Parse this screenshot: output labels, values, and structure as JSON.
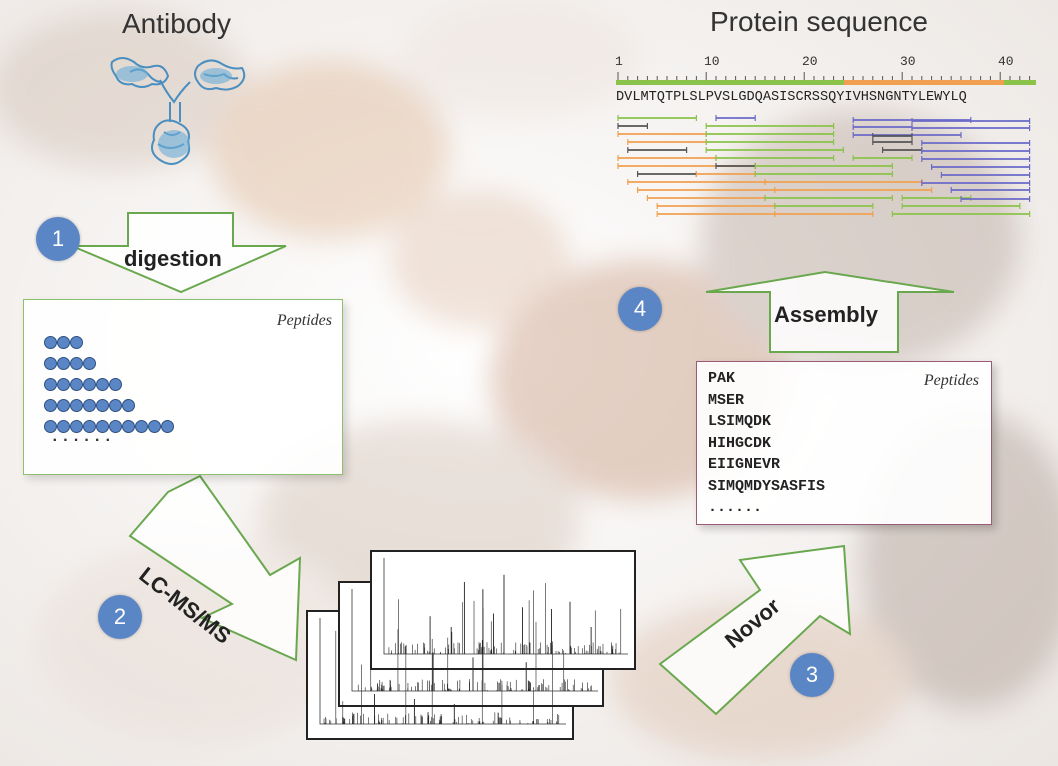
{
  "titles": {
    "antibody": "Antibody",
    "protein_sequence": "Protein sequence"
  },
  "steps": [
    {
      "number": "1",
      "label": "digestion"
    },
    {
      "number": "2",
      "label": "LC-MS/MS"
    },
    {
      "number": "3",
      "label": "Novor"
    },
    {
      "number": "4",
      "label": "Assembly"
    }
  ],
  "peptides_left": {
    "label": "Peptides",
    "rows": [
      3,
      4,
      6,
      7,
      10
    ],
    "ellipsis": "......"
  },
  "peptides_right": {
    "label": "Peptides",
    "items": [
      "PAK",
      "MSER",
      "LSIMQDK",
      "HIHGCDK",
      "EIIGNEVR",
      "SIMQMDYSASFIS"
    ],
    "ellipsis": "......"
  },
  "sequence": {
    "text": "DVLMTQTPLSLPVSLGDQASISCRSSQYIVHSNGNTYLEWYLQ",
    "ticks": [
      "1",
      "10",
      "20",
      "30",
      "40"
    ]
  },
  "colors": {
    "arrow_stroke": "#6aa84f",
    "step_circle": "#5b86c5",
    "left_box_border": "#8dc06a",
    "right_box_border": "#9b5a78",
    "seq_green": "#8bc34a",
    "seq_orange": "#f0a050",
    "seq_purple": "#6a6ac8",
    "antibody_blue": "#4a8fc0"
  }
}
